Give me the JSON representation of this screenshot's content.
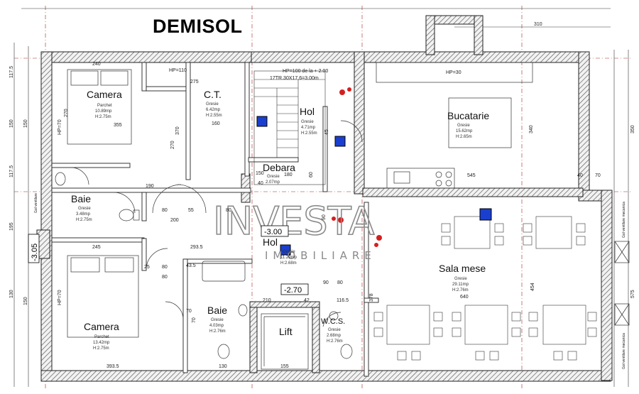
{
  "title": "DEMISOL",
  "watermark": {
    "brand": "INVESTA",
    "sub": "IMOBILIARE"
  },
  "rooms": [
    {
      "id": "camera-1",
      "name": "Camera",
      "finish": "Parchet",
      "area": "10.89mp",
      "height": "H:2.75m"
    },
    {
      "id": "ct",
      "name": "C.T.",
      "finish": "Gresie",
      "area": "6.42mp",
      "height": "H:2.55m"
    },
    {
      "id": "hol-1",
      "name": "Hol",
      "finish": "Gresie",
      "area": "4.71mp",
      "height": "H:2.55m"
    },
    {
      "id": "bucatarie",
      "name": "Bucatarie",
      "finish": "Gresie",
      "area": "15.62mp",
      "height": "H:2.65m"
    },
    {
      "id": "debara",
      "name": "Debara",
      "finish": "Gresie",
      "area": "2.07mp",
      "height": ""
    },
    {
      "id": "baie-1",
      "name": "Baie",
      "finish": "Gresie",
      "area": "3.48mp",
      "height": "H:2.75m"
    },
    {
      "id": "hol-2",
      "name": "Hol",
      "finish": "Gresie",
      "area": "11.29mp",
      "height": "H:2.68m"
    },
    {
      "id": "sala-mese",
      "name": "Sala mese",
      "finish": "Gresie",
      "area": "29.11mp",
      "height": "H:2.76m"
    },
    {
      "id": "camera-2",
      "name": "Camera",
      "finish": "Parchet",
      "area": "13.42mp",
      "height": "H:2.75m"
    },
    {
      "id": "baie-2",
      "name": "Baie",
      "finish": "Gresie",
      "area": "4.03mp",
      "height": "H:2.76m"
    },
    {
      "id": "lift",
      "name": "Lift",
      "finish": "",
      "area": "",
      "height": ""
    },
    {
      "id": "wcs",
      "name": "W.C.S.",
      "finish": "Gresie",
      "area": "2.68mp",
      "height": "H:2.76m"
    }
  ],
  "levels": {
    "main": "-3.00",
    "lower": "-2.70",
    "left": "-3.05"
  },
  "stair_note": "HP=100 de la + 2.00",
  "stair_spec": "17TR.30X17.6=3.00m",
  "hp_labels": {
    "top_left": "HP=110",
    "kitchen": "HP=30",
    "left_top": "HP=70",
    "left_bottom": "HP=70"
  },
  "dims": {
    "top": [
      "240",
      "275",
      "310"
    ],
    "top_left_lower": [
      "355",
      "160",
      "190"
    ],
    "kitchen": [
      "545",
      "40",
      "70"
    ],
    "middle": [
      "80",
      "55",
      "80",
      "200",
      "293.5",
      "245"
    ],
    "bottom_mid": [
      "25",
      "80",
      "43.5",
      "80"
    ],
    "lower_stair": [
      "210",
      "42",
      "116.5",
      "90",
      "80",
      "70"
    ],
    "bottom": [
      "393.5",
      "130",
      "155",
      "640"
    ],
    "misc": [
      "340",
      "370",
      "270",
      "270",
      "454",
      "378",
      "150",
      "40",
      "180",
      "45",
      "60",
      "90",
      "70"
    ],
    "left_vert": [
      "117.5",
      "150",
      "117.5",
      "150",
      "195",
      "130",
      "150"
    ],
    "right_vert": [
      "350",
      "575"
    ]
  },
  "side_labels": {
    "left": "Gol ventilare",
    "right_top": "Gol ventilare mecanica",
    "right_bottom": "Gol ventilare mecanica"
  }
}
